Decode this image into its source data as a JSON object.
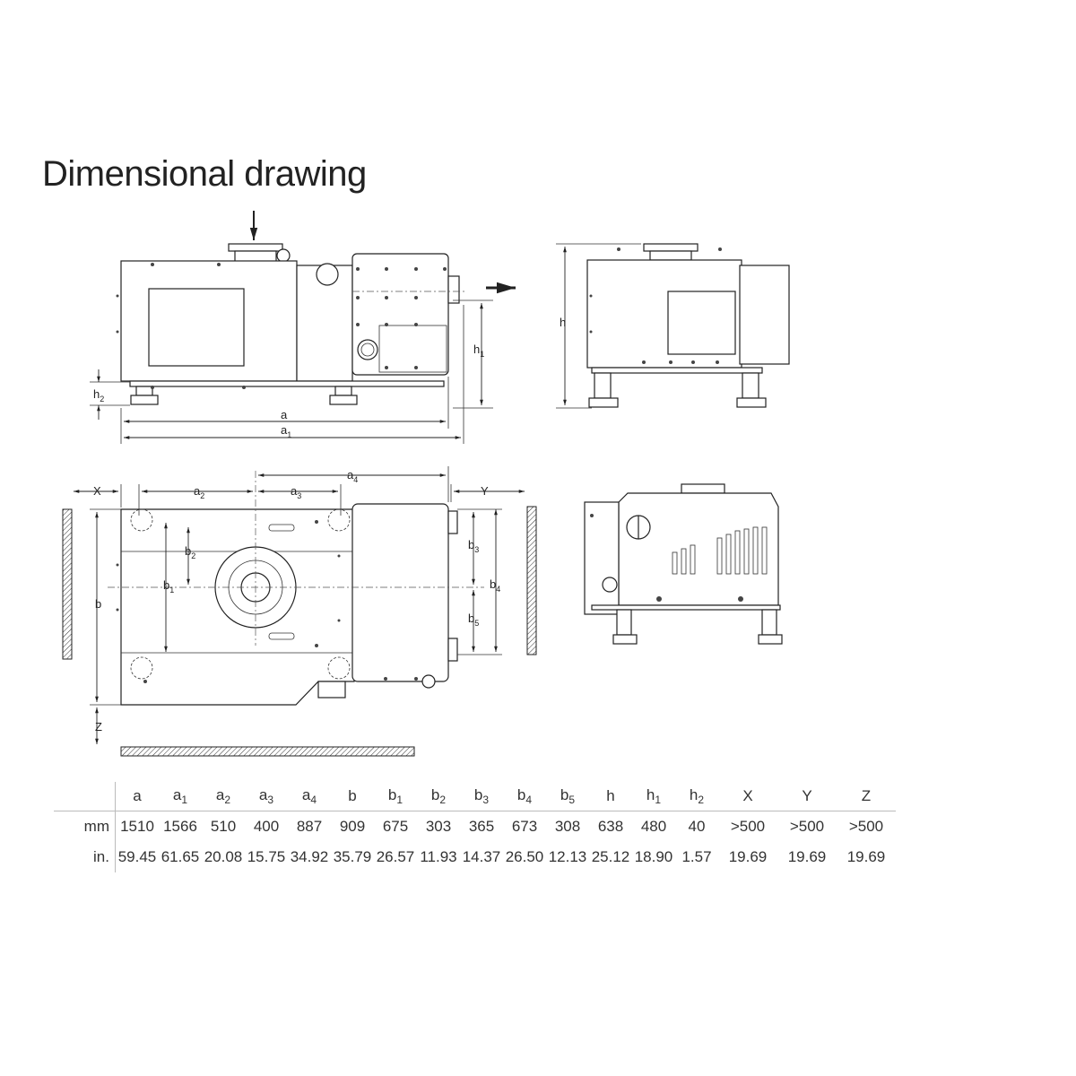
{
  "title": "Dimensional drawing",
  "drawing_labels": {
    "a": {
      "main": "a",
      "sub": ""
    },
    "a1": {
      "main": "a",
      "sub": "1"
    },
    "a2": {
      "main": "a",
      "sub": "2"
    },
    "a3": {
      "main": "a",
      "sub": "3"
    },
    "a4": {
      "main": "a",
      "sub": "4"
    },
    "b": {
      "main": "b",
      "sub": ""
    },
    "b1": {
      "main": "b",
      "sub": "1"
    },
    "b2": {
      "main": "b",
      "sub": "2"
    },
    "b3": {
      "main": "b",
      "sub": "3"
    },
    "b4": {
      "main": "b",
      "sub": "4"
    },
    "b5": {
      "main": "b",
      "sub": "5"
    },
    "h": {
      "main": "h",
      "sub": ""
    },
    "h1": {
      "main": "h",
      "sub": "1"
    },
    "h2": {
      "main": "h",
      "sub": "2"
    },
    "X": {
      "main": "X",
      "sub": ""
    },
    "Y": {
      "main": "Y",
      "sub": ""
    },
    "Z": {
      "main": "Z",
      "sub": ""
    }
  },
  "table": {
    "columns": [
      {
        "main": "a",
        "sub": ""
      },
      {
        "main": "a",
        "sub": "1"
      },
      {
        "main": "a",
        "sub": "2"
      },
      {
        "main": "a",
        "sub": "3"
      },
      {
        "main": "a",
        "sub": "4"
      },
      {
        "main": "b",
        "sub": ""
      },
      {
        "main": "b",
        "sub": "1"
      },
      {
        "main": "b",
        "sub": "2"
      },
      {
        "main": "b",
        "sub": "3"
      },
      {
        "main": "b",
        "sub": "4"
      },
      {
        "main": "b",
        "sub": "5"
      },
      {
        "main": "h",
        "sub": ""
      },
      {
        "main": "h",
        "sub": "1"
      },
      {
        "main": "h",
        "sub": "2"
      },
      {
        "main": "X",
        "sub": ""
      },
      {
        "main": "Y",
        "sub": ""
      },
      {
        "main": "Z",
        "sub": ""
      }
    ],
    "rows": [
      {
        "unit": "mm",
        "values": [
          "1510",
          "1566",
          "510",
          "400",
          "887",
          "909",
          "675",
          "303",
          "365",
          "673",
          "308",
          "638",
          "480",
          "40",
          ">500",
          ">500",
          ">500"
        ]
      },
      {
        "unit": "in.",
        "values": [
          "59.45",
          "61.65",
          "20.08",
          "15.75",
          "34.92",
          "35.79",
          "26.57",
          "11.93",
          "14.37",
          "26.50",
          "12.13",
          "25.12",
          "18.90",
          "1.57",
          "19.69",
          "19.69",
          "19.69"
        ]
      }
    ]
  }
}
